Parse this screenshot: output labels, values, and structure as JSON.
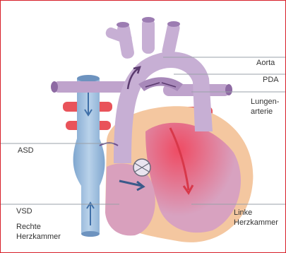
{
  "labels": {
    "aorta": "Aorta",
    "pda": "PDA",
    "lungenarterie": "Lungen-\narterie",
    "asd": "ASD",
    "vsd": "VSD",
    "rechte_herzkammer": "Rechte\nHerzkammer",
    "linke_herzkammer": "Linke\nHerzkammer"
  },
  "colors": {
    "frame": "#d71f29",
    "leader_line": "#9aa0a8",
    "vessel_purple": "#bfa3cc",
    "vessel_purple_dark": "#8e6aa3",
    "vein_blue": "#8fb3d6",
    "artery_red": "#e9535a",
    "myocardium": "#f4c7a0",
    "chamber_pink": "#d9a0bd",
    "arrow_dark": "#5a3a6e"
  }
}
